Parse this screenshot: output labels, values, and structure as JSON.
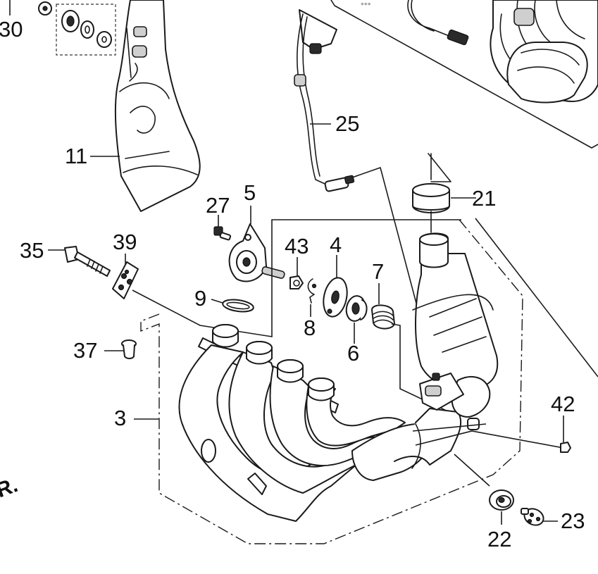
{
  "diagram": {
    "callouts": [
      {
        "id": "30",
        "label": "30"
      },
      {
        "id": "11",
        "label": "11"
      },
      {
        "id": "25",
        "label": "25"
      },
      {
        "id": "5",
        "label": "5"
      },
      {
        "id": "27",
        "label": "27"
      },
      {
        "id": "21",
        "label": "21"
      },
      {
        "id": "35",
        "label": "35"
      },
      {
        "id": "39",
        "label": "39"
      },
      {
        "id": "43",
        "label": "43"
      },
      {
        "id": "4",
        "label": "4"
      },
      {
        "id": "7",
        "label": "7"
      },
      {
        "id": "9",
        "label": "9"
      },
      {
        "id": "8",
        "label": "8"
      },
      {
        "id": "6",
        "label": "6"
      },
      {
        "id": "37",
        "label": "37"
      },
      {
        "id": "3",
        "label": "3"
      },
      {
        "id": "42",
        "label": "42"
      },
      {
        "id": "23",
        "label": "23"
      },
      {
        "id": "22",
        "label": "22"
      }
    ],
    "edge_fragment": "R."
  }
}
